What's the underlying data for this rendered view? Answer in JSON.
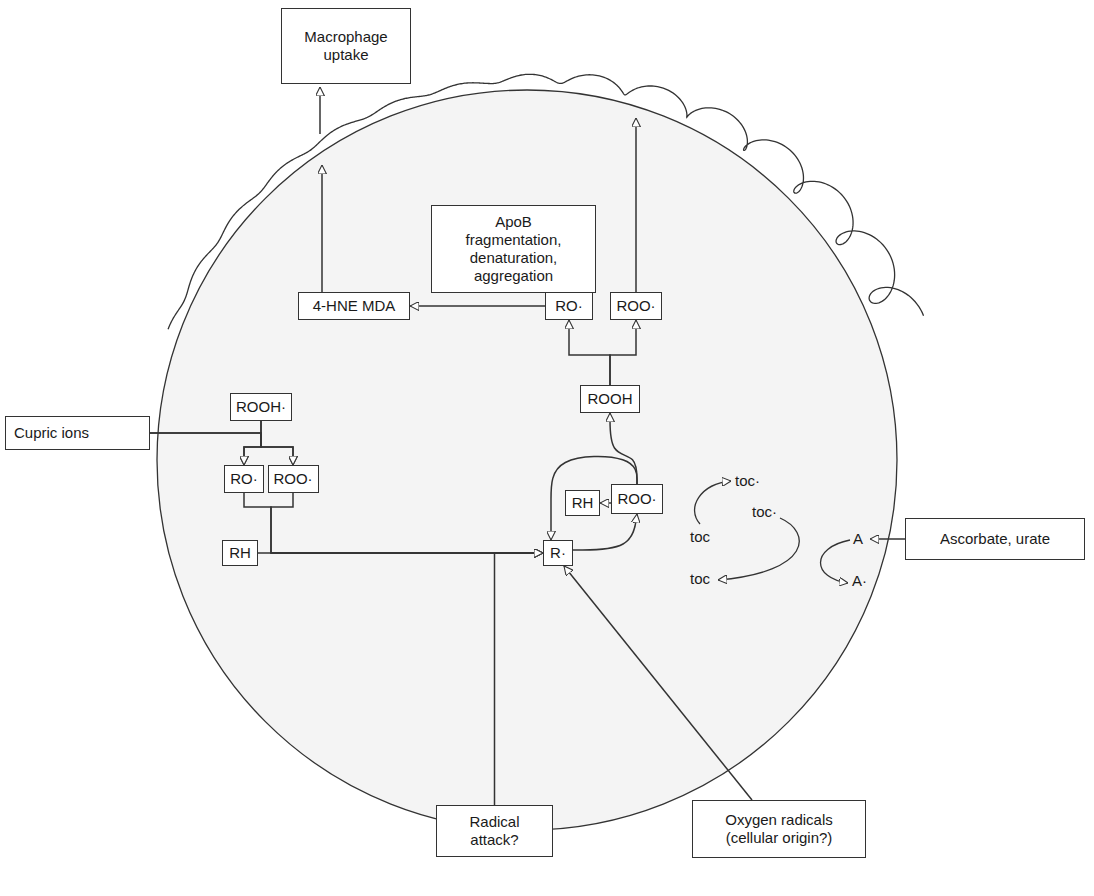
{
  "diagram": {
    "nodes": [
      {
        "text": [
          "Macrophage uptake"
        ]
      },
      {
        "text": [
          "ApoB fragmentation, denaturation, aggregation"
        ]
      },
      {
        "text": [
          "4-HNE MDA"
        ]
      },
      {
        "text": [
          "RO·"
        ]
      },
      {
        "text": [
          "ROO·"
        ]
      },
      {
        "text": [
          "ROOH·"
        ]
      },
      {
        "text": [
          "ROOH"
        ]
      },
      {
        "text": [
          "Cupric ions"
        ]
      },
      {
        "text": [
          "RO·"
        ]
      },
      {
        "text": [
          "ROO·"
        ]
      },
      {
        "text": [
          "RH"
        ]
      },
      {
        "text": [
          "RH"
        ]
      },
      {
        "text": [
          "ROO·"
        ]
      },
      {
        "text": [
          "R·"
        ]
      },
      {
        "text": [
          "Ascorbate, urate"
        ]
      },
      {
        "text": [
          "Radical attack?"
        ]
      },
      {
        "text": [
          "Oxygen radicals (cellular origin?)"
        ]
      }
    ],
    "edges": [
      {
        "from": 3,
        "to": 2,
        "arrow": "to"
      },
      {
        "from": 6,
        "to": 3,
        "arrow": "to"
      },
      {
        "from": 6,
        "to": 4,
        "arrow": "to"
      },
      {
        "from": 5,
        "to": 8,
        "arrow": "to"
      },
      {
        "from": 5,
        "to": 9,
        "arrow": "to"
      },
      {
        "from": 7,
        "to": 8,
        "arrow": "to"
      },
      {
        "from": 7,
        "to": 9,
        "arrow": "to"
      },
      {
        "from": 10,
        "to": 13,
        "arrow": "to"
      },
      {
        "from": 8,
        "to": 13,
        "arrow": "to"
      },
      {
        "from": 9,
        "to": 13,
        "arrow": "to"
      },
      {
        "from": 15,
        "to": 13,
        "arrow": "to"
      },
      {
        "from": 16,
        "to": 13,
        "arrow": "to"
      },
      {
        "from": 13,
        "to": 12,
        "arrow": "to"
      },
      {
        "from": 12,
        "to": 11,
        "arrow": "to"
      },
      {
        "from": 12,
        "to": 6,
        "arrow": "to"
      },
      {
        "from": 12,
        "to": 13,
        "arrow": "to"
      }
    ],
    "labels": [
      "toc·",
      "toc·",
      "toc",
      "A",
      "toc",
      "A·"
    ]
  }
}
